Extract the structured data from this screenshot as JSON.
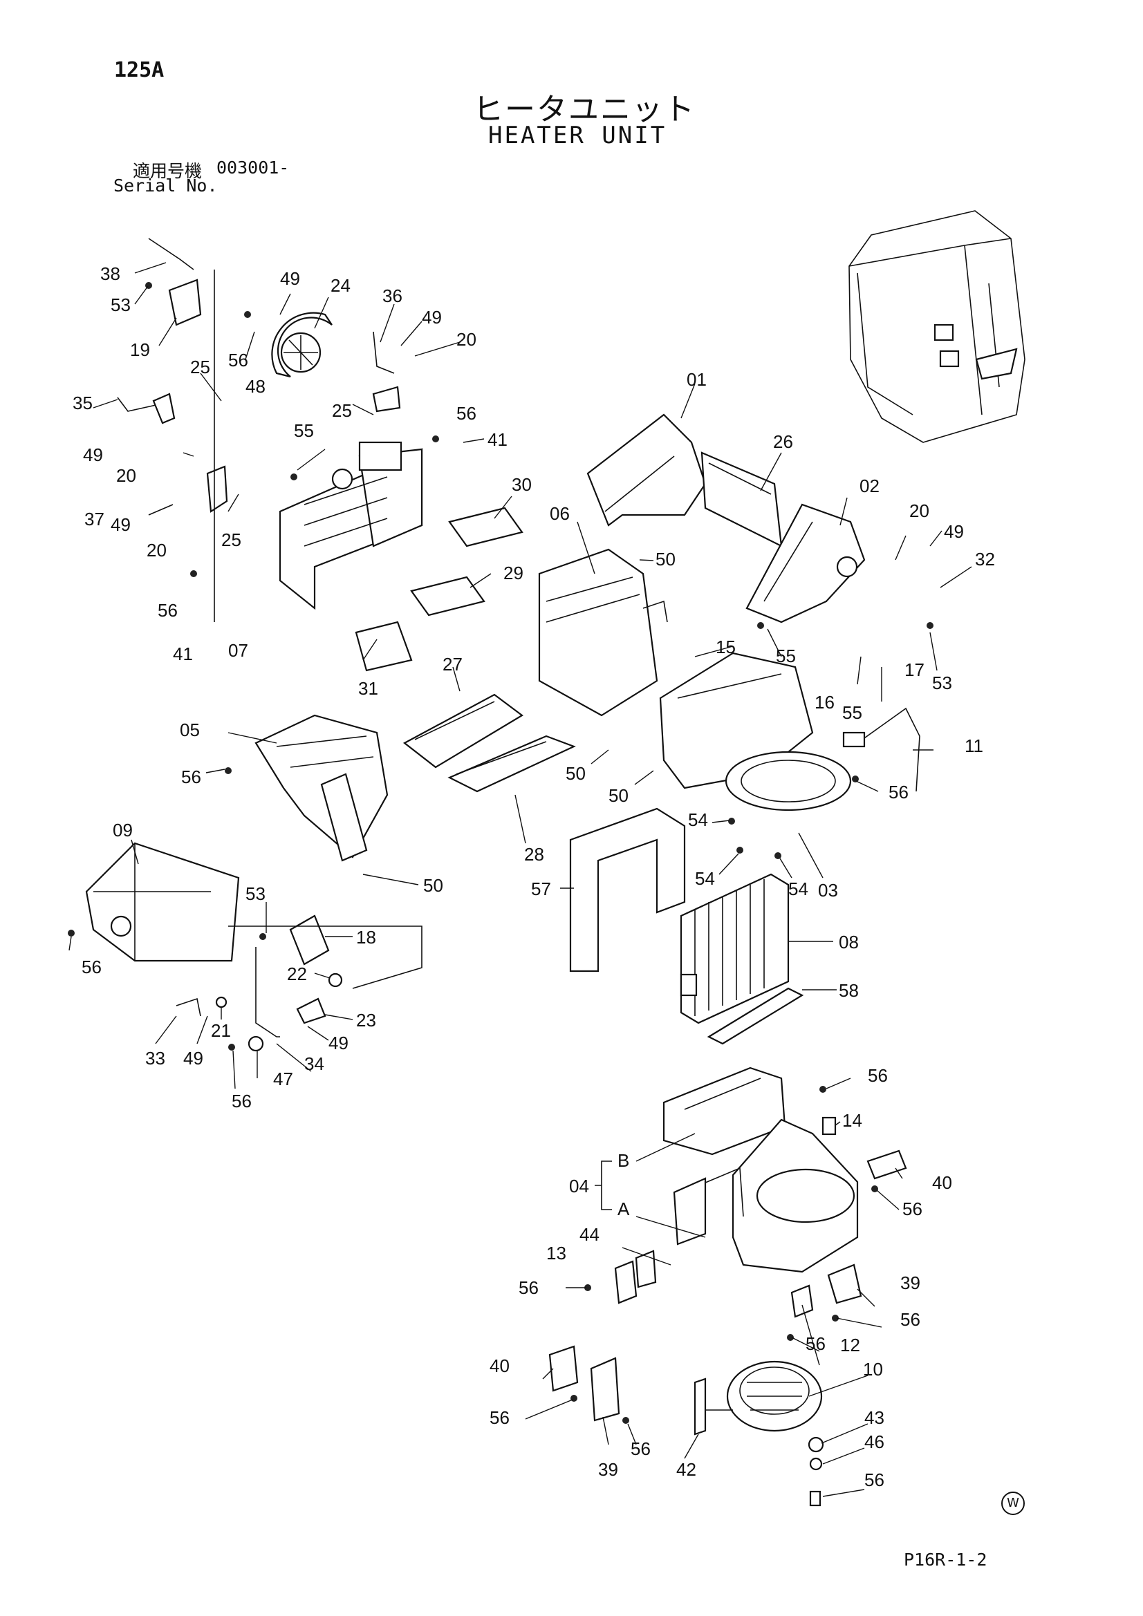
{
  "header": {
    "page_number": "125A",
    "title_jp": "ヒータユニット",
    "title_en": "HEATER UNIT",
    "serial_label_jp": "適用号機",
    "serial_value": "003001-",
    "serial_label_en": "Serial No."
  },
  "footer": {
    "code": "P16R-1-2",
    "mark": "W"
  },
  "callouts": [
    {
      "id": "c38a",
      "label": "38"
    },
    {
      "id": "c53a",
      "label": "53"
    },
    {
      "id": "c19",
      "label": "19"
    },
    {
      "id": "c49a",
      "label": "49"
    },
    {
      "id": "c24",
      "label": "24"
    },
    {
      "id": "c56a",
      "label": "56"
    },
    {
      "id": "c48",
      "label": "48"
    },
    {
      "id": "c36",
      "label": "36"
    },
    {
      "id": "c49b",
      "label": "49"
    },
    {
      "id": "c20a",
      "label": "20"
    },
    {
      "id": "c25a",
      "label": "25"
    },
    {
      "id": "c35",
      "label": "35"
    },
    {
      "id": "c49c",
      "label": "49"
    },
    {
      "id": "c20b",
      "label": "20"
    },
    {
      "id": "c25b",
      "label": "25"
    },
    {
      "id": "c55a",
      "label": "55"
    },
    {
      "id": "c56b",
      "label": "56"
    },
    {
      "id": "c41a",
      "label": "41"
    },
    {
      "id": "c30",
      "label": "30"
    },
    {
      "id": "c37",
      "label": "37"
    },
    {
      "id": "c49d",
      "label": "49"
    },
    {
      "id": "c25c",
      "label": "25"
    },
    {
      "id": "c20c",
      "label": "20"
    },
    {
      "id": "c56c",
      "label": "56"
    },
    {
      "id": "c41b",
      "label": "41"
    },
    {
      "id": "c07",
      "label": "07"
    },
    {
      "id": "c29",
      "label": "29"
    },
    {
      "id": "c31",
      "label": "31"
    },
    {
      "id": "c01",
      "label": "01"
    },
    {
      "id": "c26",
      "label": "26"
    },
    {
      "id": "c02",
      "label": "02"
    },
    {
      "id": "c20d",
      "label": "20"
    },
    {
      "id": "c49e",
      "label": "49"
    },
    {
      "id": "c32",
      "label": "32"
    },
    {
      "id": "c06",
      "label": "06"
    },
    {
      "id": "c50a",
      "label": "50"
    },
    {
      "id": "c15",
      "label": "15"
    },
    {
      "id": "c55b",
      "label": "55"
    },
    {
      "id": "c17",
      "label": "17"
    },
    {
      "id": "c53b",
      "label": "53"
    },
    {
      "id": "c16",
      "label": "16"
    },
    {
      "id": "c55c",
      "label": "55"
    },
    {
      "id": "c27",
      "label": "27"
    },
    {
      "id": "c05",
      "label": "05"
    },
    {
      "id": "c11",
      "label": "11"
    },
    {
      "id": "c56d",
      "label": "56"
    },
    {
      "id": "c50b",
      "label": "50"
    },
    {
      "id": "c50c",
      "label": "50"
    },
    {
      "id": "c56e",
      "label": "56"
    },
    {
      "id": "c09",
      "label": "09"
    },
    {
      "id": "c28",
      "label": "28"
    },
    {
      "id": "c54a",
      "label": "54"
    },
    {
      "id": "c54b",
      "label": "54"
    },
    {
      "id": "c54c",
      "label": "54"
    },
    {
      "id": "c03",
      "label": "03"
    },
    {
      "id": "c50d",
      "label": "50"
    },
    {
      "id": "c57",
      "label": "57"
    },
    {
      "id": "c53c",
      "label": "53"
    },
    {
      "id": "c18",
      "label": "18"
    },
    {
      "id": "c08",
      "label": "08"
    },
    {
      "id": "c56f",
      "label": "56"
    },
    {
      "id": "c22",
      "label": "22"
    },
    {
      "id": "c58",
      "label": "58"
    },
    {
      "id": "c23",
      "label": "23"
    },
    {
      "id": "c21",
      "label": "21"
    },
    {
      "id": "c33",
      "label": "33"
    },
    {
      "id": "c49f",
      "label": "49"
    },
    {
      "id": "c49g",
      "label": "49"
    },
    {
      "id": "c34",
      "label": "34"
    },
    {
      "id": "c47",
      "label": "47"
    },
    {
      "id": "c56g",
      "label": "56"
    },
    {
      "id": "c56h",
      "label": "56"
    },
    {
      "id": "c14",
      "label": "14"
    },
    {
      "id": "c04",
      "label": "04"
    },
    {
      "id": "cB",
      "label": "B"
    },
    {
      "id": "cA",
      "label": "A"
    },
    {
      "id": "c40a",
      "label": "40"
    },
    {
      "id": "c56i",
      "label": "56"
    },
    {
      "id": "c44",
      "label": "44"
    },
    {
      "id": "c13",
      "label": "13"
    },
    {
      "id": "c56j",
      "label": "56"
    },
    {
      "id": "c39a",
      "label": "39"
    },
    {
      "id": "c56k",
      "label": "56"
    },
    {
      "id": "c56l",
      "label": "56"
    },
    {
      "id": "c12",
      "label": "12"
    },
    {
      "id": "c40b",
      "label": "40"
    },
    {
      "id": "c10",
      "label": "10"
    },
    {
      "id": "c56m",
      "label": "56"
    },
    {
      "id": "c56n",
      "label": "56"
    },
    {
      "id": "c43",
      "label": "43"
    },
    {
      "id": "c46",
      "label": "46"
    },
    {
      "id": "c39b",
      "label": "39"
    },
    {
      "id": "c42",
      "label": "42"
    },
    {
      "id": "c56o",
      "label": "56"
    }
  ]
}
